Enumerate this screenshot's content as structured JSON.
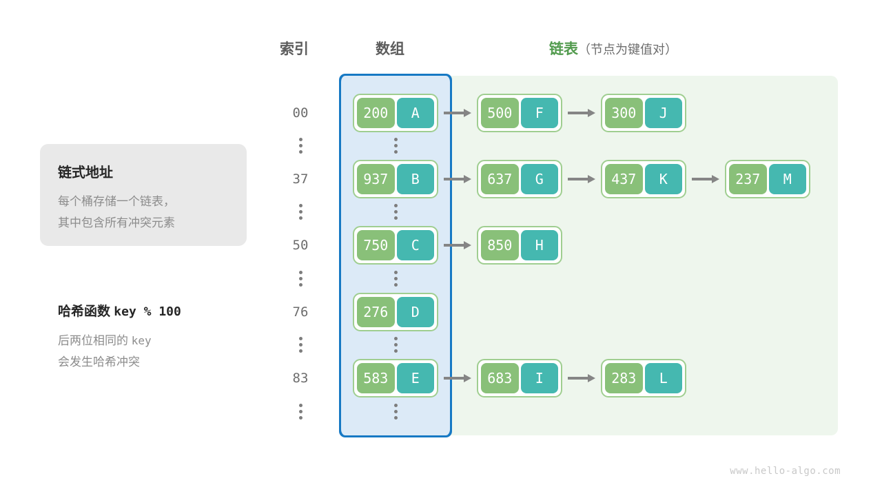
{
  "headers": {
    "index": "索引",
    "array": "数组",
    "list_accent": "链表",
    "list_note": "（节点为键值对）"
  },
  "info_card": {
    "title": "链式地址",
    "line1": "每个桶存储一个链表，",
    "line2": "其中包含所有冲突元素"
  },
  "hash": {
    "label": "哈希函数",
    "formula": "key % 100",
    "line1_text": "后两位相同的",
    "line1_mono": "key",
    "line2": "会发生哈希冲突"
  },
  "colors": {
    "key_cell": "#89c079",
    "value_cell": "#45b8b0",
    "node_border": "#9fce90",
    "array_border": "#1779c4",
    "array_fill": "#dceaf7",
    "list_fill": "#eef6ed",
    "accent_green": "#529b4e",
    "arrow": "#858585"
  },
  "buckets": [
    {
      "index": "00",
      "bucket": {
        "key": "200",
        "value": "A"
      },
      "chain": [
        {
          "key": "500",
          "value": "F"
        },
        {
          "key": "300",
          "value": "J"
        }
      ]
    },
    {
      "index": "37",
      "bucket": {
        "key": "937",
        "value": "B"
      },
      "chain": [
        {
          "key": "637",
          "value": "G"
        },
        {
          "key": "437",
          "value": "K"
        },
        {
          "key": "237",
          "value": "M"
        }
      ]
    },
    {
      "index": "50",
      "bucket": {
        "key": "750",
        "value": "C"
      },
      "chain": [
        {
          "key": "850",
          "value": "H"
        }
      ]
    },
    {
      "index": "76",
      "bucket": {
        "key": "276",
        "value": "D"
      },
      "chain": []
    },
    {
      "index": "83",
      "bucket": {
        "key": "583",
        "value": "E"
      },
      "chain": [
        {
          "key": "683",
          "value": "I"
        },
        {
          "key": "283",
          "value": "L"
        }
      ]
    }
  ],
  "watermark": "www.hello-algo.com"
}
